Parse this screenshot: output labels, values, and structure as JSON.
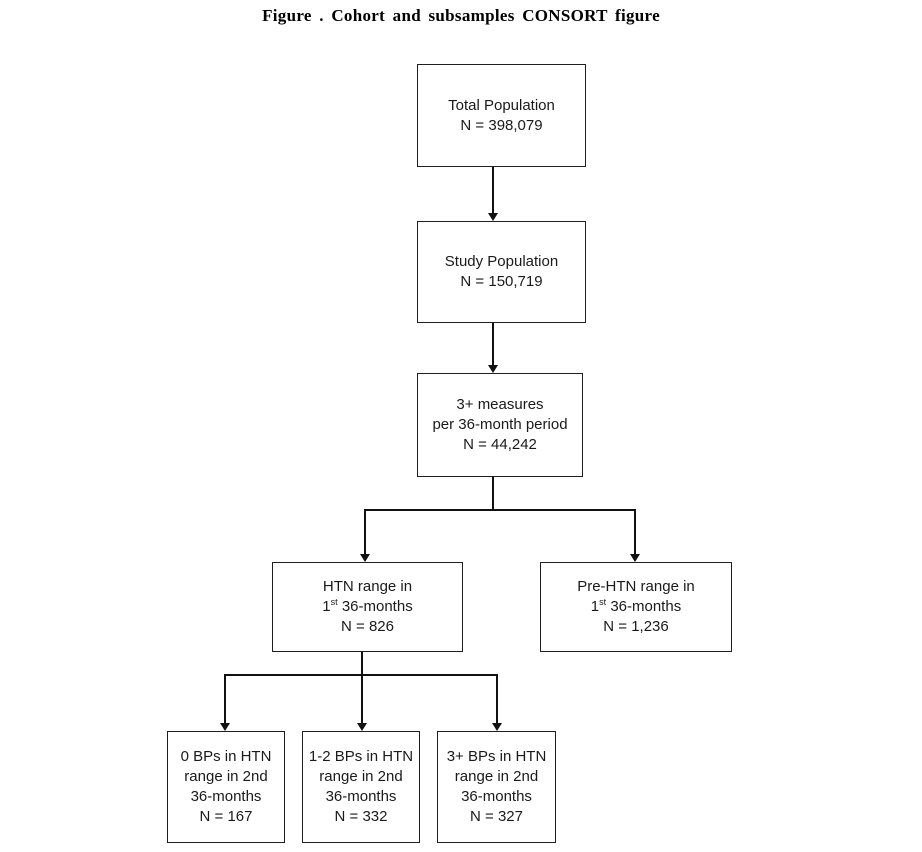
{
  "title": "Figure . Cohort and subsamples CONSORT figure",
  "colors": {
    "background": "#ffffff",
    "line": "#111111",
    "box_border": "#1f1f1f",
    "text": "#1a1a1a"
  },
  "boxes": {
    "total_population": {
      "line1": "Total Population",
      "line2": "N = 398,079"
    },
    "study_population": {
      "line1": "Study Population",
      "line2": "N = 150,719"
    },
    "measures": {
      "line1": "3+ measures",
      "line2": "per 36-month period",
      "line3": "N = 44,242"
    },
    "htn_range": {
      "line1": "HTN range in",
      "line2_num": "1",
      "line2_sup": "st",
      "line2_rest": " 36-months",
      "line3": "N = 826"
    },
    "pre_htn_range": {
      "line1": "Pre-HTN range in",
      "line2_num": "1",
      "line2_sup": "st",
      "line2_rest": " 36-months",
      "line3": "N = 1,236"
    },
    "zero_bps": {
      "line1": "0 BPs in HTN",
      "line2": "range in 2nd",
      "line3": "36-months",
      "line4": "N = 167"
    },
    "one_two_bps": {
      "line1": "1-2 BPs in HTN",
      "line2": "range in 2nd",
      "line3": "36-months",
      "line4": "N = 332"
    },
    "three_plus_bps": {
      "line1": "3+ BPs in HTN",
      "line2": "range in 2nd",
      "line3": "36-months",
      "line4": "N = 327"
    }
  }
}
